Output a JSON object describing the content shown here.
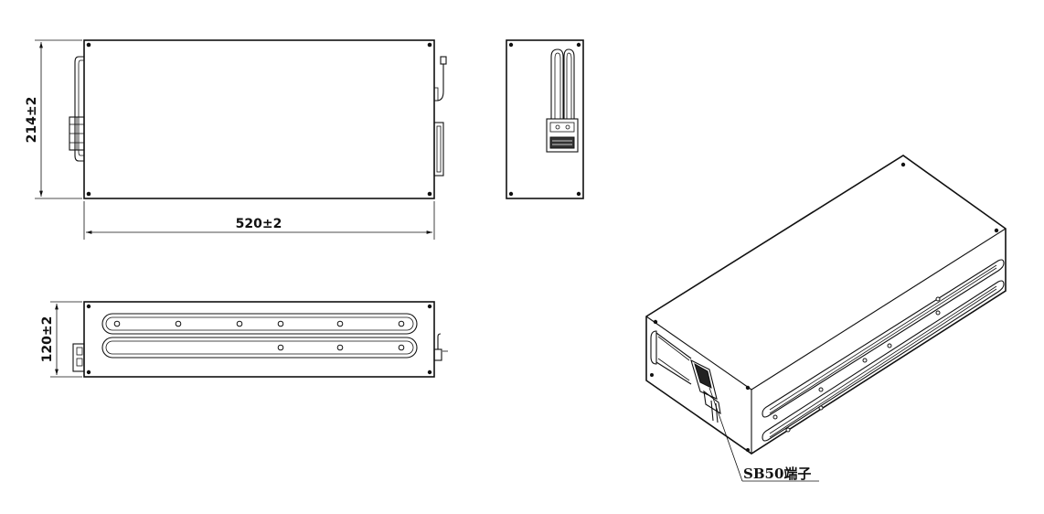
{
  "dimensions": {
    "width": "520±2",
    "height": "214±2",
    "depth": "120±2"
  },
  "callout": {
    "label": "SB50端子"
  }
}
